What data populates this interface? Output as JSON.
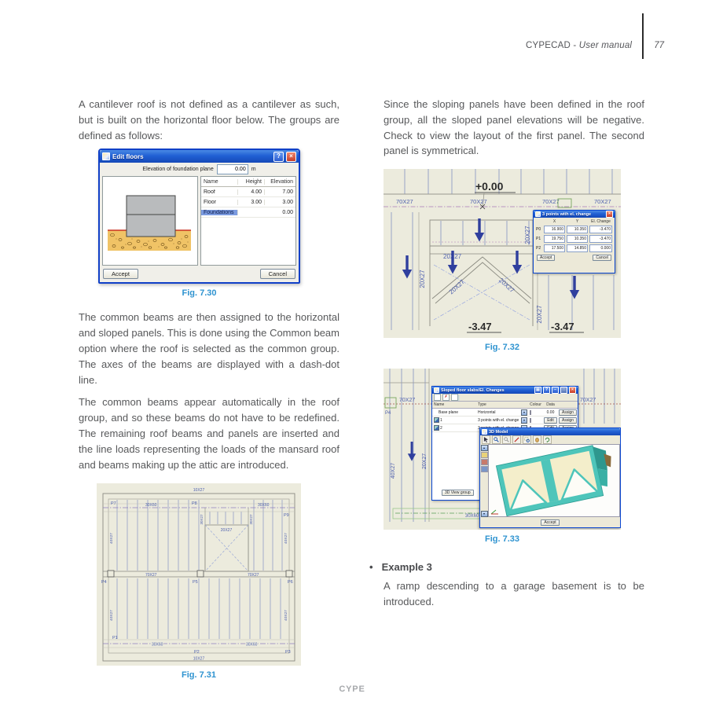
{
  "header": {
    "manual_prefix": "CYPECAD - ",
    "manual_italic": "User manual",
    "page_number": "77"
  },
  "footer": {
    "brand": "CYPE"
  },
  "colors": {
    "caption_blue": "#2E93D0",
    "cad_background": "#ECEBDD",
    "cad_line_blue": "#8592C2",
    "cad_label_blue": "#4D5FAE",
    "beam_axis_purple": "#A97AB8",
    "arrow_blue": "#2F3F9E",
    "titlebar_blue": "#2160D4",
    "close_red": "#C83C28",
    "selected_row_blue": "#7B9BE0",
    "soil_tan": "#F0C366",
    "roof_teal": "#4EC5BA",
    "panel_cream": "#F4EECB"
  },
  "icons": {
    "help": "?",
    "close": "×",
    "minimize": "–",
    "maximize": "□",
    "print": "▤",
    "dropdown": "▾",
    "delete": "✗",
    "scroll_up": "▴",
    "scroll_down": "▾",
    "bullet": "•"
  },
  "left": {
    "p1": "A cantilever roof is not defined as a cantilever as such, but is built on the horizontal floor below. The groups are defined as follows:",
    "p2": "The common beams are then assigned to the horizontal and sloped panels. This is done using the Common beam option where the roof is selected as the common group. The axes of the beams are displayed with a dash-dot line.",
    "p3": "The common beams appear automatically in the roof group, and so these beams do not have to be redefined. The remaining roof beams and panels are inserted and the line loads representing the loads of the mansard roof and beams making up the attic are introduced.",
    "fig730_caption": "Fig. 7.30",
    "fig731_caption": "Fig. 7.31"
  },
  "right": {
    "p1": "Since the sloping panels have been defined in the roof group, all the sloped panel elevations will be negative. Check to view the layout of the first panel. The second panel is symmetrical.",
    "fig732_caption": "Fig. 7.32",
    "fig733_caption": "Fig. 7.33",
    "example": {
      "title": "Example 3",
      "body": "A ramp descending to a garage basement is to be introduced."
    }
  },
  "edit_floors": {
    "title": "Edit floors",
    "elevation_label": "Elevation of foundation plane",
    "elevation_value": "0.00",
    "elevation_unit": "m",
    "columns": {
      "name": "Name",
      "height": "Height",
      "elevation": "Elevation"
    },
    "rows": [
      {
        "name": "Roof",
        "height": "4.00",
        "elevation": "7.00"
      },
      {
        "name": "Floor",
        "height": "3.00",
        "elevation": "3.00"
      },
      {
        "name": "Foundations",
        "height": "",
        "elevation": "0.00"
      }
    ],
    "accept": "Accept",
    "cancel": "Cancel"
  },
  "cad": {
    "j10": "10X27",
    "b3060": "30X60",
    "b7027": "70X27",
    "b4027": "40X27",
    "b2027": "20X27",
    "b3027": "30X27",
    "elev_zero": "+0.00",
    "elev_neg": "-3.47",
    "p1": "P1",
    "p2": "P2",
    "p3": "P3",
    "p4": "P4",
    "p5": "P5",
    "p6": "P6",
    "p7": "P7",
    "p8": "P8",
    "p9": "P9"
  },
  "points_dialog": {
    "title": "3 points with el. change",
    "col_x": "X",
    "col_y": "Y",
    "col_el": "El. Change",
    "rows": [
      {
        "label": "P0",
        "x": "16.900",
        "y": "10.350",
        "el": "-3.470"
      },
      {
        "label": "P1",
        "x": "19.750",
        "y": "10.350",
        "el": "-3.470"
      },
      {
        "label": "P2",
        "x": "17.500",
        "y": "14.850",
        "el": "0.000"
      }
    ],
    "accept": "Accept",
    "cancel": "Cancel"
  },
  "slabs_dialog": {
    "title": "Sloped floor slabs/El. Changes",
    "columns": {
      "name": "Name",
      "type": "Type",
      "colour": "Colour",
      "data": "Data"
    },
    "rows": [
      {
        "name": "Base plane",
        "type": "Horizontal",
        "swatch": "#B9BDC6",
        "data": "0.00",
        "assign": "Assign"
      },
      {
        "name": "1",
        "type": "3 points with el. change",
        "swatch": "#2F9E96",
        "data": "Edit",
        "assign": "Assign"
      },
      {
        "name": "2",
        "type": "3 points with el. change",
        "swatch": "#9A8F25",
        "data": "Edit",
        "assign": "Assign"
      }
    ],
    "view_group": "3D View group"
  },
  "model_dialog": {
    "title": "3D Model",
    "accept": "Accept"
  }
}
